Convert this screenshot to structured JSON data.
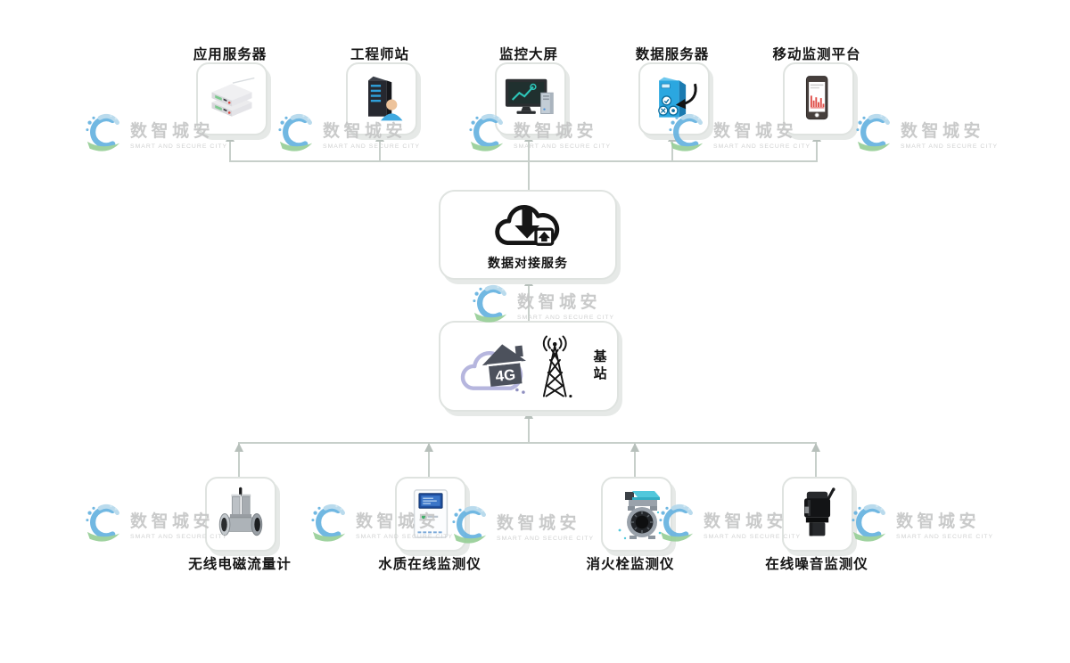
{
  "watermark": {
    "name": "数智城安",
    "tagline": "SMART AND SECURE CITY"
  },
  "top_nodes": [
    {
      "label": "应用服务器",
      "icon": "app-server-icon"
    },
    {
      "label": "工程师站",
      "icon": "engineer-station-icon"
    },
    {
      "label": "监控大屏",
      "icon": "monitor-wall-icon"
    },
    {
      "label": "数据服务器",
      "icon": "data-server-icon"
    },
    {
      "label": "移动监测平台",
      "icon": "mobile-platform-icon"
    }
  ],
  "cloud_service": {
    "label": "数据对接服务",
    "icon": "cloud-transfer-icon"
  },
  "network": {
    "g4": "4G",
    "station": "基站",
    "icon": "4g-base-station-icon"
  },
  "devices": [
    {
      "label": "无线电磁流量计",
      "icon": "flow-meter-icon"
    },
    {
      "label": "水质在线监测仪",
      "icon": "water-quality-monitor-icon"
    },
    {
      "label": "消火栓监测仪",
      "icon": "hydrant-monitor-icon"
    },
    {
      "label": "在线噪音监测仪",
      "icon": "noise-monitor-icon"
    }
  ],
  "colors": {
    "connector": "#c7cfca",
    "arrowhead": "#b7c0bb",
    "logo_blue": "#66b2e0",
    "logo_light_blue": "#b5d9ec",
    "logo_green": "#97cf97",
    "cloud_4g_stroke": "#b6b6de",
    "house_gray": "#4c515c",
    "server_blue": "#2ba7e0",
    "chart_teal": "#2dc5b8",
    "bar_red": "#e04f4a",
    "hydrant_cyan": "#52c8dc"
  }
}
